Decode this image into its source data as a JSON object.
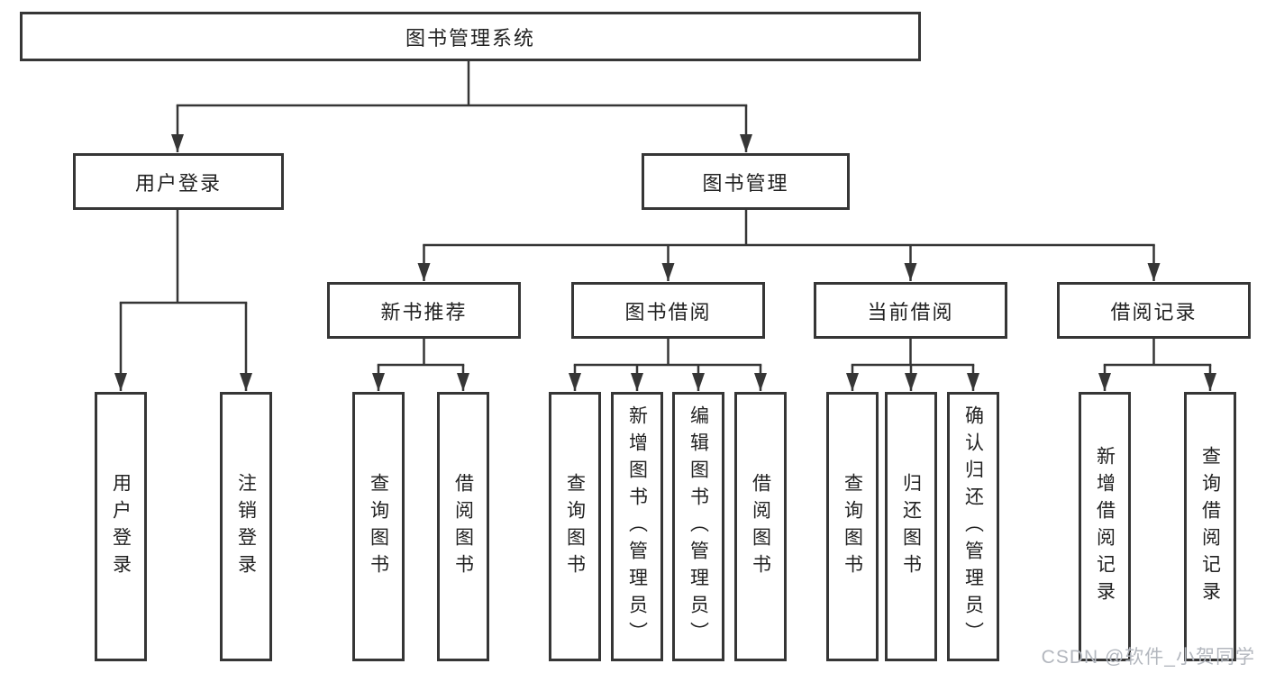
{
  "diagram": {
    "title": "图书管理系统",
    "type": "hierarchy-tree",
    "colors": {
      "line": "#363636",
      "box_border": "#363636",
      "box_fill": "#ffffff",
      "text": "#222222",
      "watermark": "#b3b7be",
      "background": "#ffffff"
    },
    "watermark": "CSDN @软件_小贺同学",
    "nodes": [
      {
        "id": "root",
        "label": "图书管理系统",
        "parent": null
      },
      {
        "id": "user-login-group",
        "label": "用户登录",
        "parent": "root"
      },
      {
        "id": "book-management",
        "label": "图书管理",
        "parent": "root"
      },
      {
        "id": "new-book-recommend",
        "label": "新书推荐",
        "parent": "book-management"
      },
      {
        "id": "book-borrowing",
        "label": "图书借阅",
        "parent": "book-management"
      },
      {
        "id": "current-borrowing",
        "label": "当前借阅",
        "parent": "book-management"
      },
      {
        "id": "borrowing-records",
        "label": "借阅记录",
        "parent": "book-management"
      },
      {
        "id": "user-login",
        "label": "用户登录",
        "parent": "user-login-group"
      },
      {
        "id": "logout",
        "label": "注销登录",
        "parent": "user-login-group"
      },
      {
        "id": "query-books-1",
        "label": "查询图书",
        "parent": "new-book-recommend"
      },
      {
        "id": "borrow-books-1",
        "label": "借阅图书",
        "parent": "new-book-recommend"
      },
      {
        "id": "query-books-2",
        "label": "查询图书",
        "parent": "book-borrowing"
      },
      {
        "id": "add-books-admin",
        "label": "新增图书（管理员）",
        "parent": "book-borrowing"
      },
      {
        "id": "edit-books-admin",
        "label": "编辑图书（管理员）",
        "parent": "book-borrowing"
      },
      {
        "id": "borrow-books-2",
        "label": "借阅图书",
        "parent": "book-borrowing"
      },
      {
        "id": "query-books-3",
        "label": "查询图书",
        "parent": "current-borrowing"
      },
      {
        "id": "return-books",
        "label": "归还图书",
        "parent": "current-borrowing"
      },
      {
        "id": "confirm-return-admin",
        "label": "确认归还（管理员）",
        "parent": "current-borrowing"
      },
      {
        "id": "add-borrow-record",
        "label": "新增借阅记录",
        "parent": "borrowing-records"
      },
      {
        "id": "query-borrow-record",
        "label": "查询借阅记录",
        "parent": "borrowing-records"
      }
    ]
  }
}
